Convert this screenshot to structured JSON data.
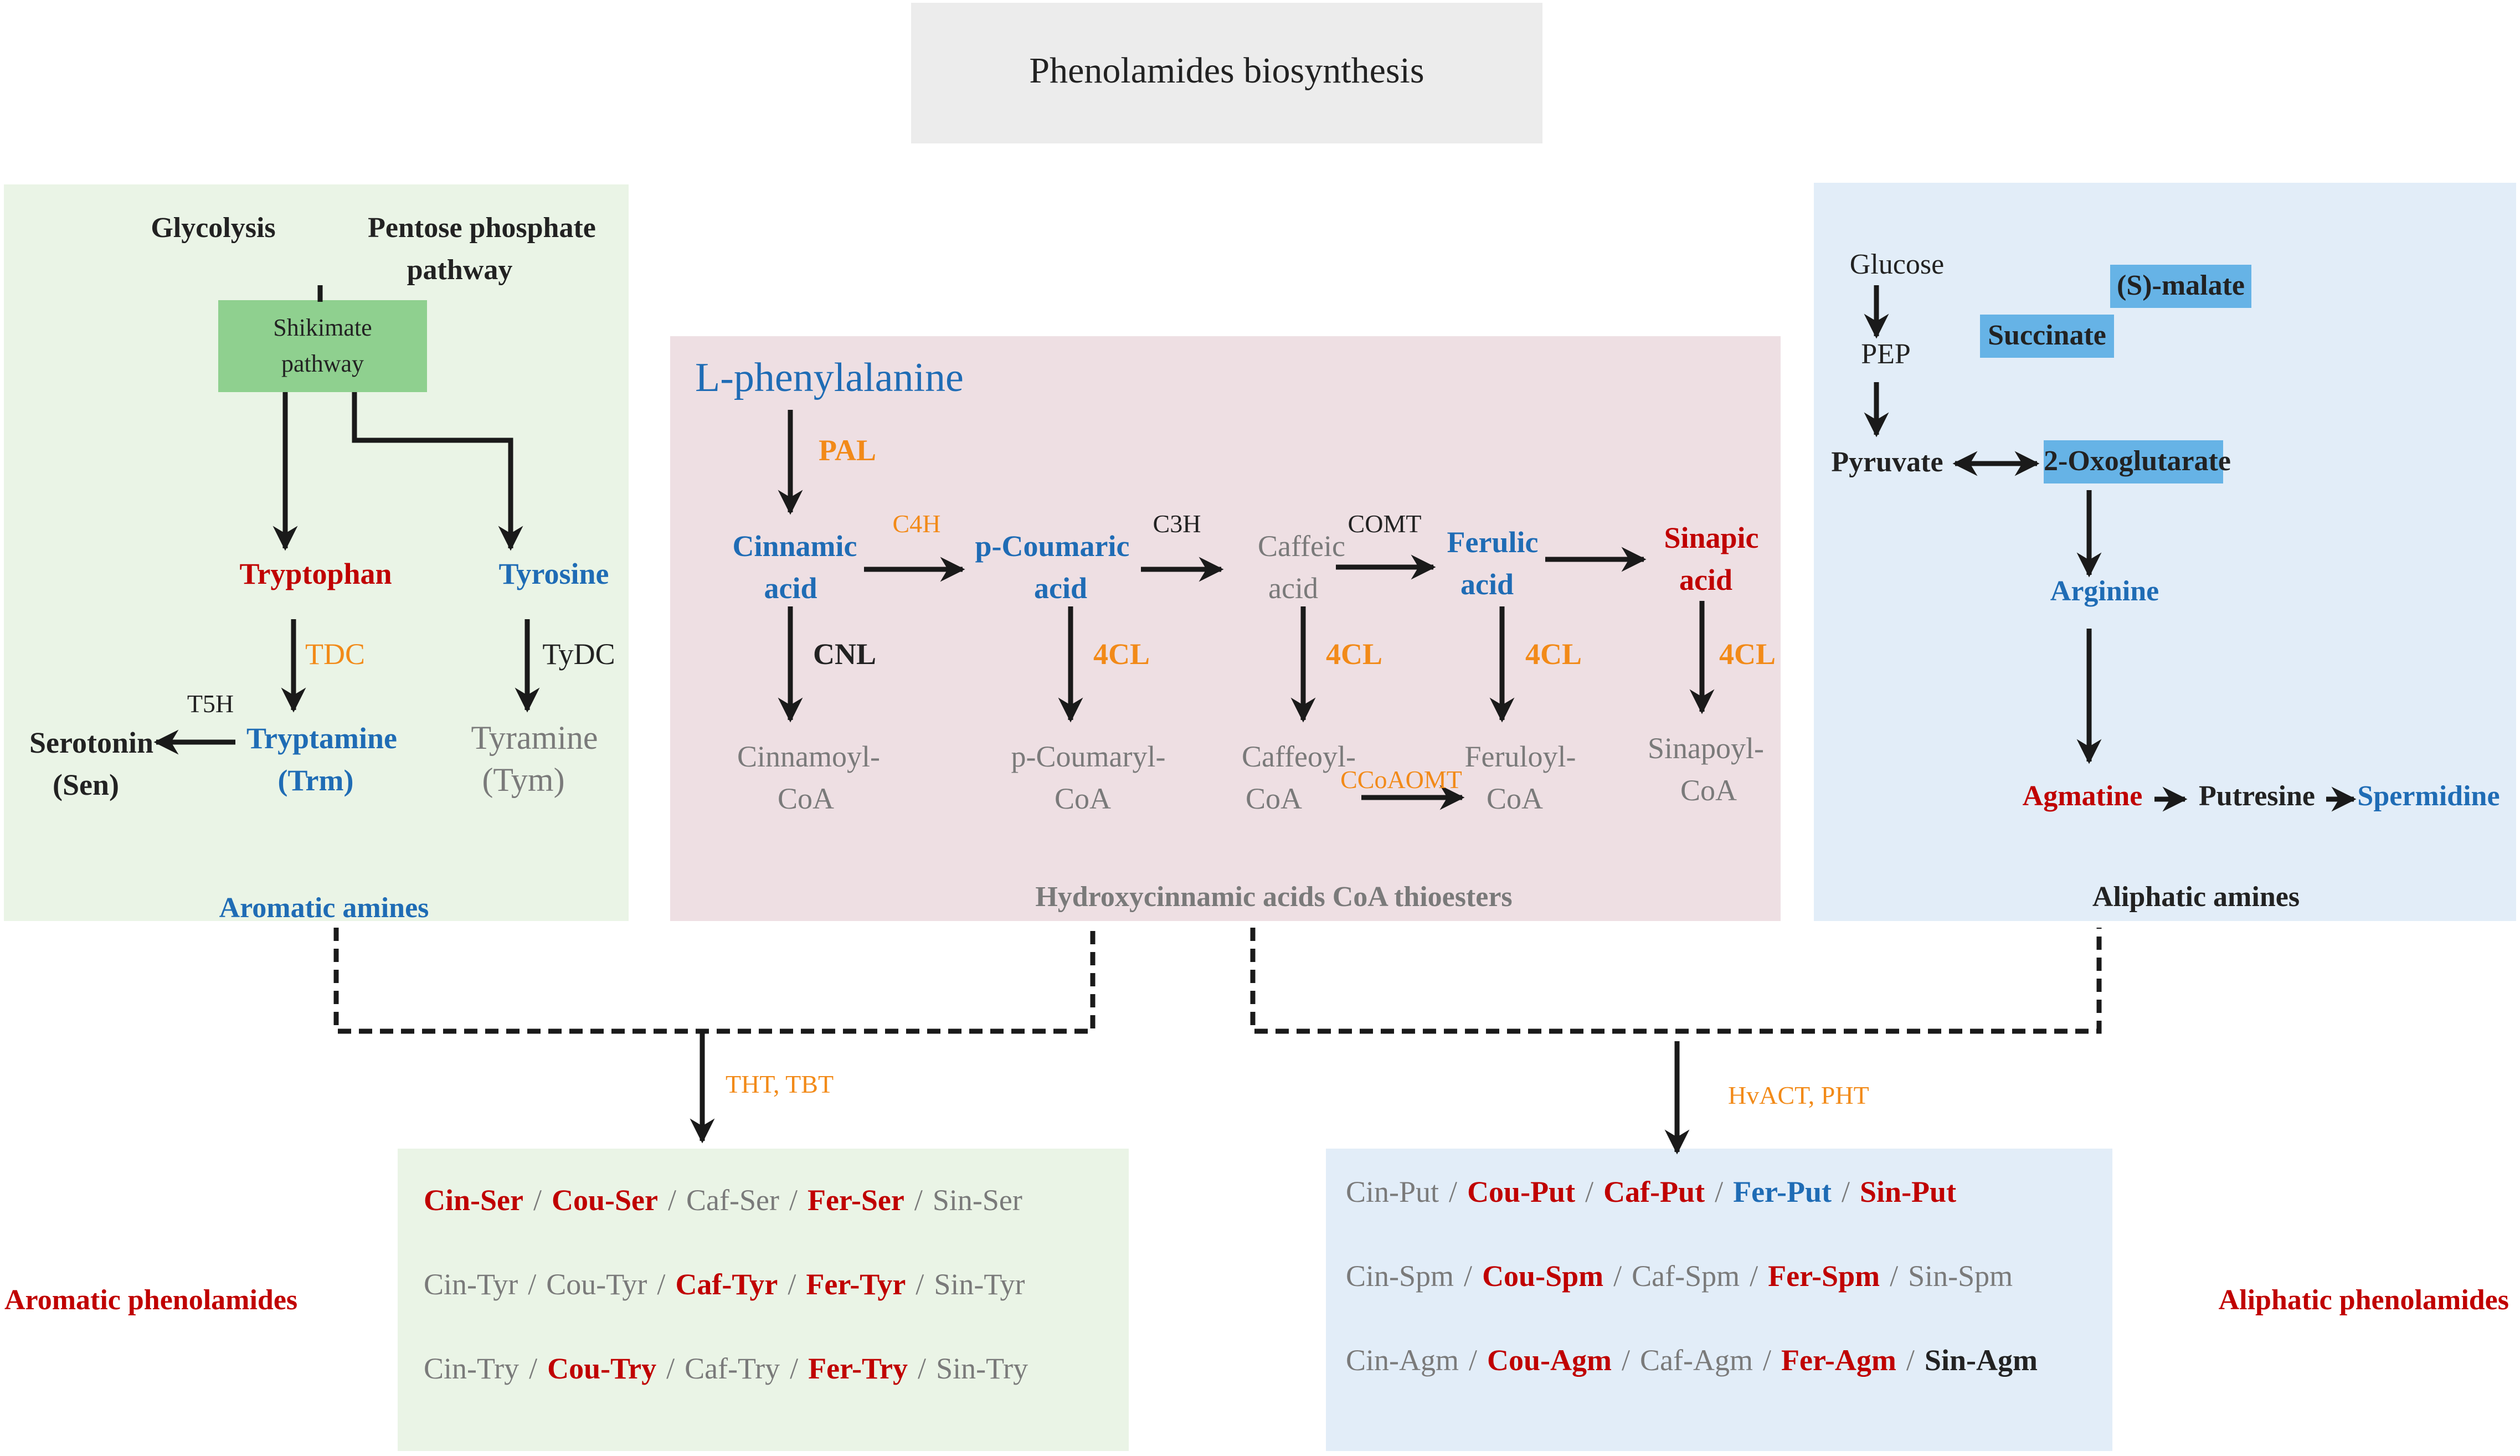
{
  "title": "Phenolamides biosynthesis",
  "colors": {
    "red": "#c00000",
    "blue": "#1f6cb5",
    "gray": "#7a7a7a",
    "orange": "#f28a18",
    "black": "#222222",
    "aromatic_panel": "#eaf4e6",
    "hca_panel": "#eedfe3",
    "aliphatic_panel": "#e2edf8",
    "shikimate_box": "#8fd08f",
    "highlight_box": "#66b3e6",
    "title_box": "#ececec"
  },
  "aromatic": {
    "glycolysis": "Glycolysis",
    "pentose_1": "Pentose phosphate",
    "pentose_2": "pathway",
    "shikimate_1": "Shikimate",
    "shikimate_2": "pathway",
    "tryptophan": "Tryptophan",
    "tyrosine": "Tyrosine",
    "tdc": "TDC",
    "tydc": "TyDC",
    "t5h": "T5H",
    "serotonin_1": "Serotonin",
    "serotonin_2": "(Sen)",
    "tryptamine_1": "Tryptamine",
    "tryptamine_2": "(Trm)",
    "tyramine_1": "Tyramine",
    "tyramine_2": "(Tym)",
    "label": "Aromatic amines"
  },
  "hca": {
    "phenylalanine": "L-phenylalanine",
    "pal": "PAL",
    "cinnamic_1": "Cinnamic",
    "cinnamic_2": "acid",
    "c4h": "C4H",
    "coumaric_1": "p-Coumaric",
    "coumaric_2": "acid",
    "c3h": "C3H",
    "caffeic_1": "Caffeic",
    "caffeic_2": "acid",
    "comt": "COMT",
    "ferulic_1": "Ferulic",
    "ferulic_2": "acid",
    "sinapic_1": "Sinapic",
    "sinapic_2": "acid",
    "cnl": "CNL",
    "fourcl": "4CL",
    "cinnamoyl_1": "Cinnamoyl-",
    "cinnamoyl_2": "CoA",
    "coumaryl_1": "p-Coumaryl-",
    "coumaryl_2": "CoA",
    "caffeoyl_1": "Caffeoyl-",
    "caffeoyl_2": "CoA",
    "ccoaomt": "CCoAOMT",
    "feruloyl_1": "Feruloyl-",
    "feruloyl_2": "CoA",
    "sinapoyl_1": "Sinapoyl-",
    "sinapoyl_2": "CoA",
    "label": "Hydroxycinnamic acids CoA thioesters"
  },
  "aliphatic": {
    "glucose": "Glucose",
    "pep": "PEP",
    "malate": "(S)-malate",
    "succinate": "Succinate",
    "pyruvate": "Pyruvate",
    "oxoglutarate": "2-Oxoglutarate",
    "arginine": "Arginine",
    "agmatine": "Agmatine",
    "putresine": "Putresine",
    "spermidine": "Spermidine",
    "label": "Aliphatic amines"
  },
  "enzymes_bottom": {
    "left": "THT, TBT",
    "right": "HvACT, PHT"
  },
  "aromatic_phenolamides": {
    "label": "Aromatic phenolamides",
    "rows": [
      [
        {
          "sep": "",
          "name": "Cin-Ser",
          "color": "#c00000",
          "bold": true
        },
        {
          "sep": "/",
          "name": "Cou-Ser",
          "color": "#c00000",
          "bold": true
        },
        {
          "sep": "/",
          "name": "Caf-Ser",
          "color": "#7a7a7a",
          "bold": false
        },
        {
          "sep": "/",
          "name": "Fer-Ser",
          "color": "#c00000",
          "bold": true
        },
        {
          "sep": "/",
          "name": "Sin-Ser",
          "color": "#7a7a7a",
          "bold": false
        }
      ],
      [
        {
          "sep": "",
          "name": "Cin-Tyr",
          "color": "#7a7a7a",
          "bold": false
        },
        {
          "sep": "/",
          "name": "Cou-Tyr",
          "color": "#7a7a7a",
          "bold": false
        },
        {
          "sep": "/",
          "name": "Caf-Tyr",
          "color": "#c00000",
          "bold": true
        },
        {
          "sep": "/",
          "name": "Fer-Tyr",
          "color": "#c00000",
          "bold": true
        },
        {
          "sep": "/",
          "name": "Sin-Tyr",
          "color": "#7a7a7a",
          "bold": false
        }
      ],
      [
        {
          "sep": "",
          "name": "Cin-Try",
          "color": "#7a7a7a",
          "bold": false
        },
        {
          "sep": "/",
          "name": "Cou-Try",
          "color": "#c00000",
          "bold": true
        },
        {
          "sep": "/",
          "name": "Caf-Try",
          "color": "#7a7a7a",
          "bold": false
        },
        {
          "sep": "/",
          "name": "Fer-Try",
          "color": "#c00000",
          "bold": true
        },
        {
          "sep": "/",
          "name": "Sin-Try",
          "color": "#7a7a7a",
          "bold": false
        }
      ]
    ]
  },
  "aliphatic_phenolamides": {
    "label": "Aliphatic phenolamides",
    "rows": [
      [
        {
          "sep": "",
          "name": "Cin-Put",
          "color": "#7a7a7a",
          "bold": false
        },
        {
          "sep": "/",
          "name": "Cou-Put",
          "color": "#c00000",
          "bold": true
        },
        {
          "sep": "/",
          "name": "Caf-Put",
          "color": "#c00000",
          "bold": true
        },
        {
          "sep": "/",
          "name": "Fer-Put",
          "color": "#1f6cb5",
          "bold": true
        },
        {
          "sep": "/",
          "name": "Sin-Put",
          "color": "#c00000",
          "bold": true
        }
      ],
      [
        {
          "sep": "",
          "name": "Cin-Spm",
          "color": "#7a7a7a",
          "bold": false
        },
        {
          "sep": "/",
          "name": "Cou-Spm",
          "color": "#c00000",
          "bold": true
        },
        {
          "sep": "/",
          "name": "Caf-Spm",
          "color": "#7a7a7a",
          "bold": false
        },
        {
          "sep": "/",
          "name": "Fer-Spm",
          "color": "#c00000",
          "bold": true
        },
        {
          "sep": "/",
          "name": "Sin-Spm",
          "color": "#7a7a7a",
          "bold": false
        }
      ],
      [
        {
          "sep": "",
          "name": "Cin-Agm",
          "color": "#7a7a7a",
          "bold": false
        },
        {
          "sep": "/",
          "name": "Cou-Agm",
          "color": "#c00000",
          "bold": true
        },
        {
          "sep": "/",
          "name": "Caf-Agm",
          "color": "#7a7a7a",
          "bold": false
        },
        {
          "sep": "/",
          "name": "Fer-Agm",
          "color": "#c00000",
          "bold": true
        },
        {
          "sep": "/",
          "name": "Sin-Agm",
          "color": "#222222",
          "bold": true
        }
      ]
    ]
  }
}
